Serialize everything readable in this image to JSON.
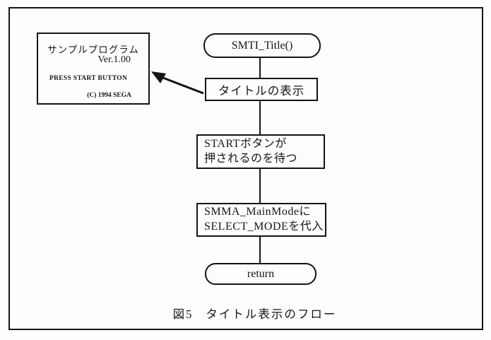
{
  "figure": {
    "caption_label": "図5",
    "caption_text": "タイトル表示のフロー"
  },
  "flowchart": {
    "start_node": "SMTI_Title()",
    "step_title_display": "タイトルの表示",
    "step_wait_line1": "STARTボタンが",
    "step_wait_line2": "押されるのを待つ",
    "step_assign_line1": "SMMA_MainModeに",
    "step_assign_line2": "SELECT_MODEを代入",
    "end_node": "return"
  },
  "screen_preview": {
    "title": "サンプルプログラム",
    "version": "Ver.1.00",
    "prompt": "PRESS START BUTTON",
    "copyright": "(C) 1994 SEGA"
  },
  "colors": {
    "ink": "#141414",
    "paper": "#fdfdfc"
  }
}
